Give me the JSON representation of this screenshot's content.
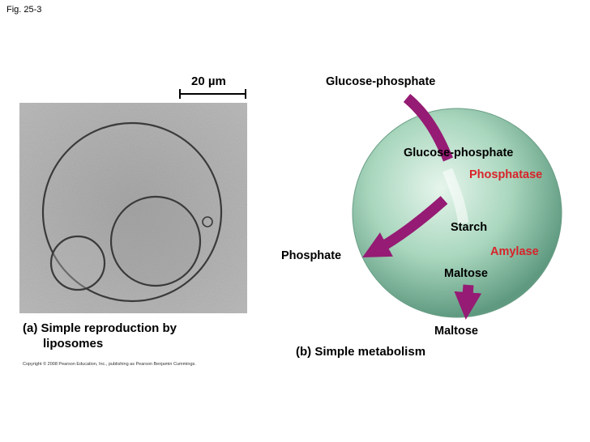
{
  "fig_label": "Fig. 25-3",
  "scale_bar": {
    "label": "20 µm"
  },
  "panel_a": {
    "caption_line1": "(a) Simple reproduction by",
    "caption_line2": "liposomes"
  },
  "copyright": "Copyright © 2008 Pearson Education, Inc., publishing as Pearson Benjamin Cummings.",
  "panel_b": {
    "caption": "(b) Simple metabolism",
    "labels": {
      "glucose_phosphate_outside": "Glucose-phosphate",
      "glucose_phosphate_inside": "Glucose-phosphate",
      "phosphatase": "Phosphatase",
      "starch": "Starch",
      "amylase": "Amylase",
      "phosphate": "Phosphate",
      "maltose_inside": "Maltose",
      "maltose_outside": "Maltose"
    }
  },
  "colors": {
    "arrow": "#951b74",
    "enzyme_text": "#d8232a",
    "sphere_center": "#d6eee2",
    "sphere_edge": "#5f9a80"
  }
}
